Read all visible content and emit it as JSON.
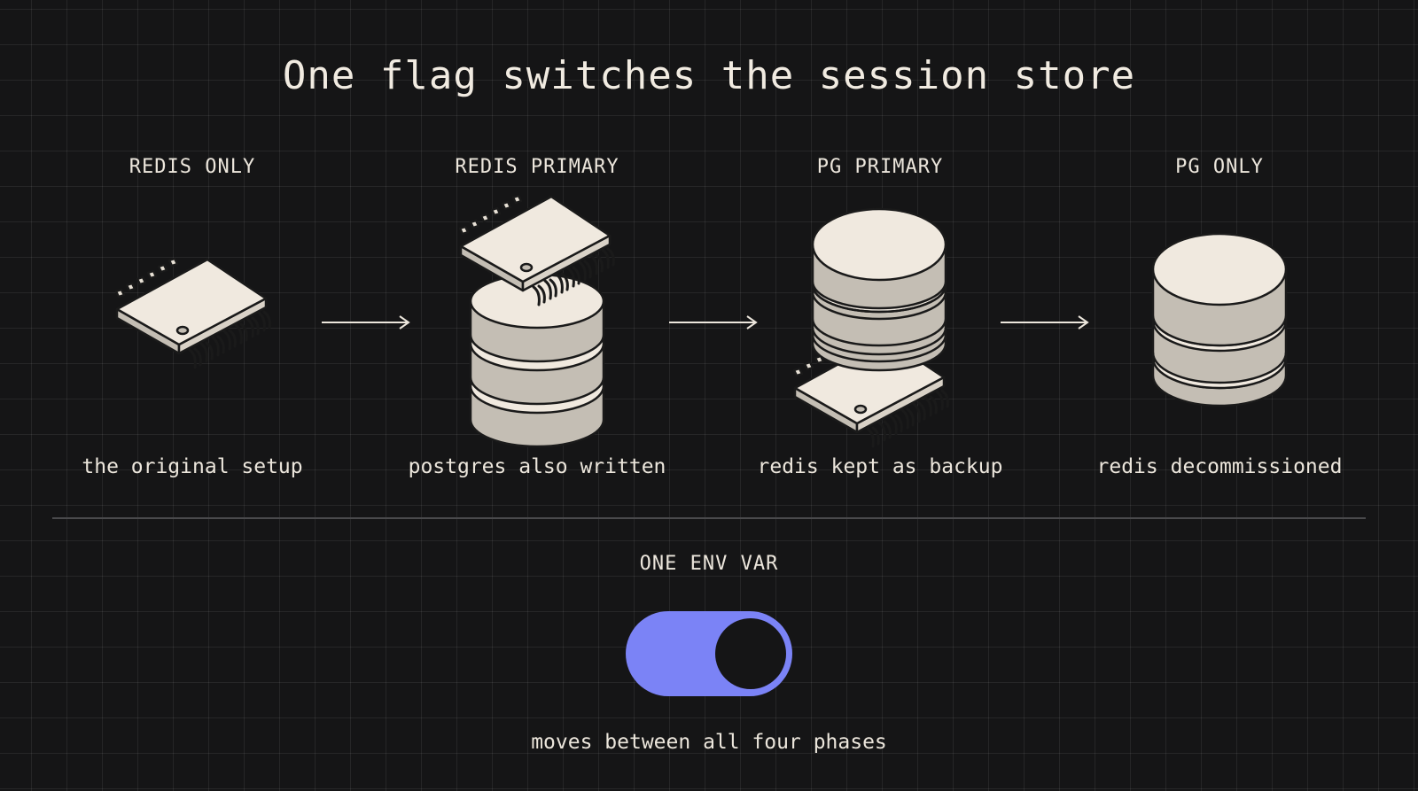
{
  "title": "One flag switches the session store",
  "phases": [
    {
      "label": "REDIS ONLY",
      "caption": "the original setup",
      "icon": "chip-icon"
    },
    {
      "label": "REDIS PRIMARY",
      "caption": "postgres also written",
      "icon": "chip-on-database-icon"
    },
    {
      "label": "PG PRIMARY",
      "caption": "redis kept as backup",
      "icon": "database-on-chip-icon"
    },
    {
      "label": "PG ONLY",
      "caption": "redis decommissioned",
      "icon": "database-icon"
    }
  ],
  "switch": {
    "label": "ONE ENV VAR",
    "caption": "moves between all four phases",
    "state": "on",
    "color": "#7b83f6"
  },
  "colors": {
    "background": "#151516",
    "ink": "#efe9df",
    "component_light": "#f0e9df",
    "component_shade": "#c4beb4",
    "outline": "#1a1a1a"
  }
}
